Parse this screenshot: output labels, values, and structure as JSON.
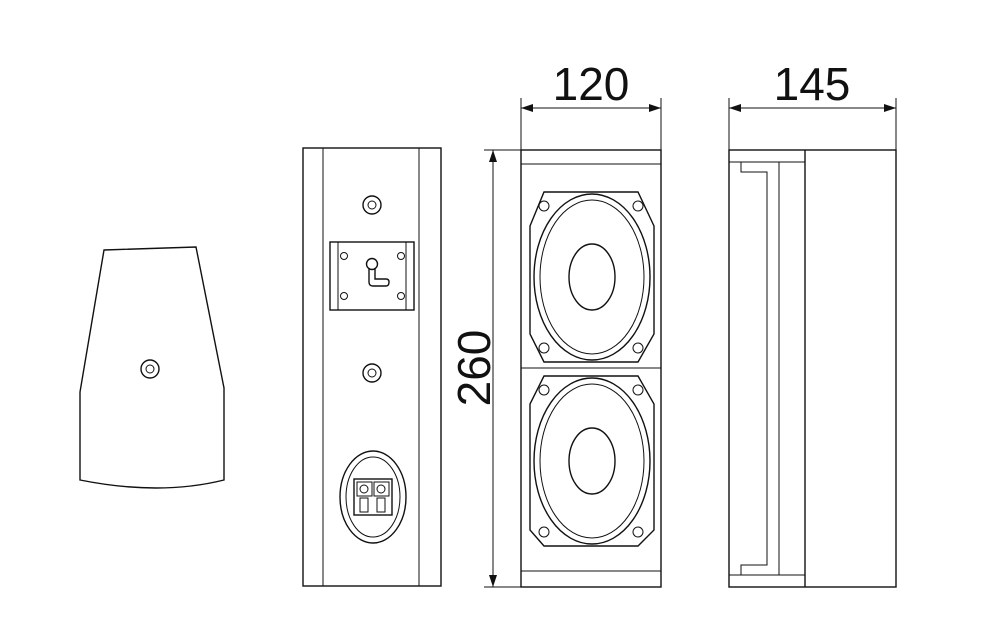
{
  "dimensions": {
    "front_width": "120",
    "side_depth": "145",
    "height": "260"
  },
  "colors": {
    "line": "#111111",
    "background": "#ffffff"
  }
}
